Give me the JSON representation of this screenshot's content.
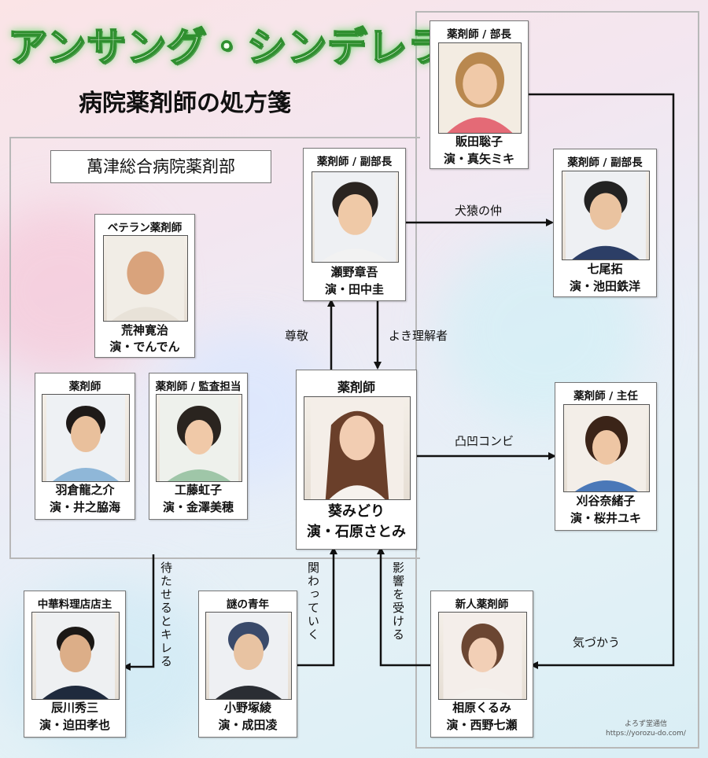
{
  "title": "アンサング・シンデレラ",
  "subtitle": "病院薬剤師の処方箋",
  "department": "萬津総合病院薬剤部",
  "characters": {
    "hanzaki": {
      "role": "薬剤師 / 部長",
      "name": "販田聡子",
      "actor": "演・真矢ミキ"
    },
    "seno": {
      "role": "薬剤師 / 副部長",
      "name": "瀬野章吾",
      "actor": "演・田中圭"
    },
    "nanao": {
      "role": "薬剤師 / 副部長",
      "name": "七尾拓",
      "actor": "演・池田鉄洋"
    },
    "arakami": {
      "role": "ベテラン薬剤師",
      "name": "荒神寛治",
      "actor": "演・でんでん"
    },
    "aoi": {
      "role": "薬剤師",
      "name": "葵みどり",
      "actor": "演・石原さとみ"
    },
    "hakura": {
      "role": "薬剤師",
      "name": "羽倉龍之介",
      "actor": "演・井之脇海"
    },
    "kudo": {
      "role": "薬剤師 / 監査担当",
      "name": "工藤虹子",
      "actor": "演・金澤美穂"
    },
    "kariya": {
      "role": "薬剤師 / 主任",
      "name": "刈谷奈緒子",
      "actor": "演・桜井ユキ"
    },
    "tatsukawa": {
      "role": "中華料理店店主",
      "name": "辰川秀三",
      "actor": "演・迫田孝也"
    },
    "onozuka": {
      "role": "謎の青年",
      "name": "小野塚綾",
      "actor": "演・成田凌"
    },
    "aihara": {
      "role": "新人薬剤師",
      "name": "相原くるみ",
      "actor": "演・西野七瀬"
    }
  },
  "relations": {
    "seno_nanao": "犬猿の仲",
    "aoi_to_seno": "尊敬",
    "seno_to_aoi": "よき理解者",
    "aoi_kariya": "凸凹コンビ",
    "aoi_to_tatsukawa": "待たせるとキレる",
    "onozuka_to_aoi": "関わっていく",
    "aihara_to_aoi": "影響を受ける",
    "hanzaki_to_aihara": "気づかう"
  },
  "credit": {
    "line1": "よろず堂通信",
    "line2": "https://yorozu-do.com/"
  }
}
